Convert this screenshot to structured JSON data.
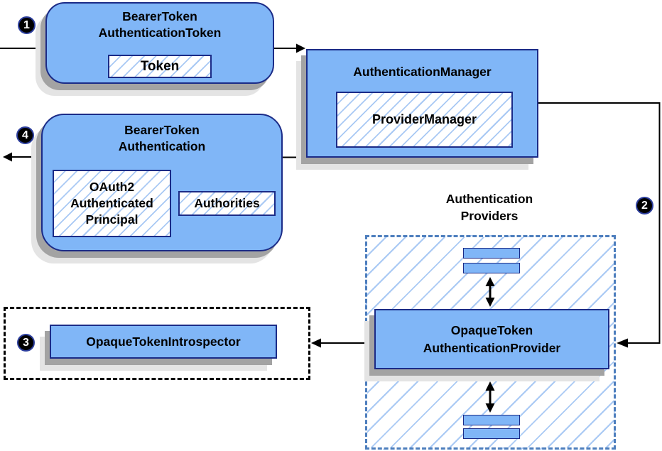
{
  "colors": {
    "node_fill": "#80b6f7",
    "node_border": "#1b2b87",
    "hatch_line": "#a9c9f4",
    "shadow_dark": "#a3a3a3",
    "shadow_light": "#e4e4e4",
    "dashed_border": "#4d7ebd",
    "dotted_border": "#000000",
    "arrow": "#000000",
    "badge_bg": "#000000",
    "badge_text": "#ffffff",
    "badge_ring": "#2d3f9e"
  },
  "nodes": {
    "bearer_token_authentication_token": {
      "title": [
        "BearerToken",
        "AuthenticationToken"
      ],
      "token_label": "Token"
    },
    "authentication_manager": {
      "title": "AuthenticationManager",
      "provider_manager_label": "ProviderManager"
    },
    "bearer_token_authentication": {
      "title": [
        "BearerToken",
        "Authentication"
      ],
      "principal_label": [
        "OAuth2",
        "Authenticated",
        "Principal"
      ],
      "authorities_label": "Authorities"
    },
    "opaque_token_authentication_provider": {
      "title": [
        "OpaqueToken",
        "AuthenticationProvider"
      ]
    },
    "opaque_token_introspector": {
      "title": "OpaqueTokenIntrospector"
    }
  },
  "group_label": [
    "Authentication",
    "Providers"
  ],
  "steps": {
    "step1": "1",
    "step2": "2",
    "step3": "3",
    "step4": "4"
  }
}
